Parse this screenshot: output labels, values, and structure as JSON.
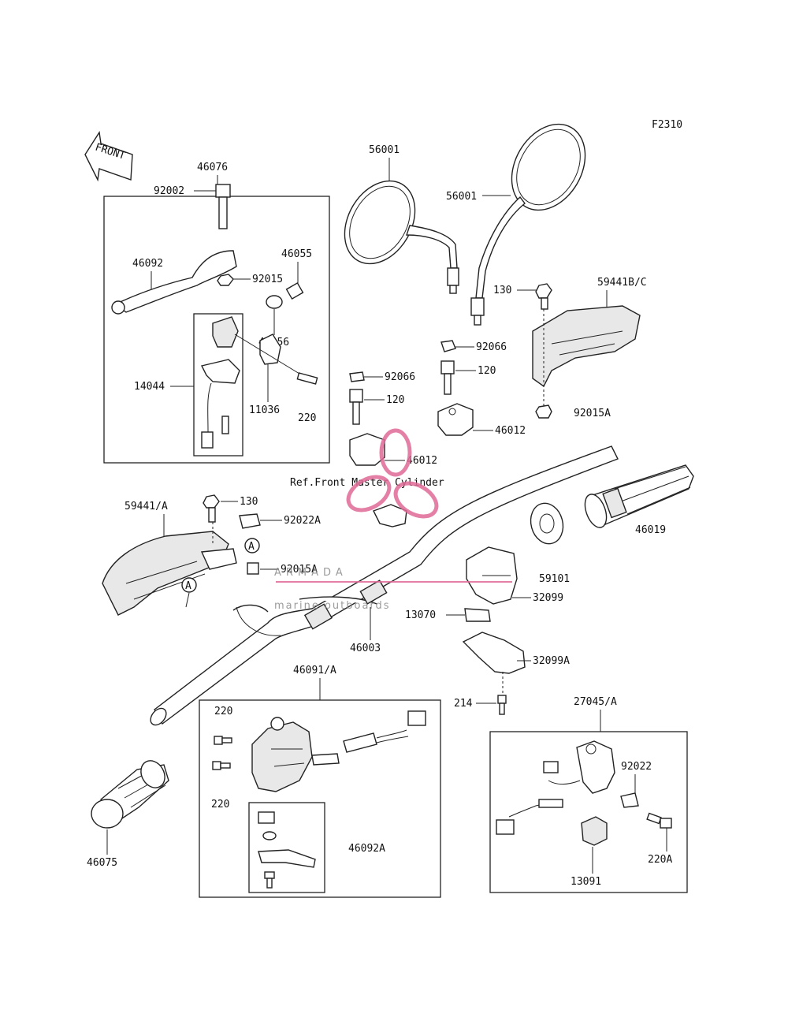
{
  "figure_code": "F2310",
  "front_arrow_label": "FRONT",
  "ref_note": "Ref.Front Master Cylinder",
  "watermark": {
    "brand": "ARMADA",
    "tagline": "marine outboards"
  },
  "circle_marker": "A",
  "parts": {
    "p46076": "46076",
    "p92002": "92002",
    "p46092": "46092",
    "p46055": "46055",
    "p92015": "92015",
    "p46056": "46056",
    "p14044": "14044",
    "p11036": "11036",
    "p220_top": "220",
    "p56001_left": "56001",
    "p56001_right": "56001",
    "p130_top": "130",
    "p59441bc": "59441B/C",
    "p92066_right": "92066",
    "p120_right": "120",
    "p92066_left": "92066",
    "p120_left": "120",
    "p92015a_top": "92015A",
    "p46012_right": "46012",
    "p46012_center": "46012",
    "p59441a": "59441/A",
    "p130_mid": "130",
    "p92022a": "92022A",
    "p92015a_mid": "92015A",
    "p46019": "46019",
    "p59101": "59101",
    "p32099": "32099",
    "p13070": "13070",
    "p46003": "46003",
    "p32099a": "32099A",
    "p46091a": "46091/A",
    "p214": "214",
    "p27045a": "27045/A",
    "p220_a": "220",
    "p220_b": "220",
    "p92022": "92022",
    "p46092a": "46092A",
    "p220a": "220A",
    "p46075": "46075",
    "p13091": "13091"
  }
}
